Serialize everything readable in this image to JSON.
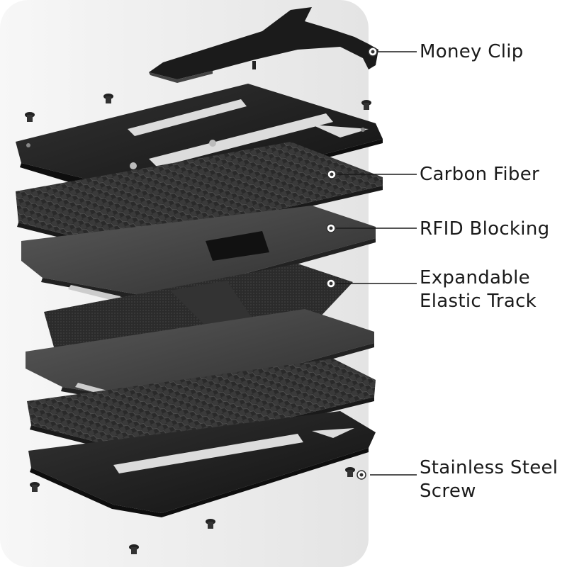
{
  "labels": {
    "money_clip": "Money Clip",
    "carbon_fiber": "Carbon Fiber",
    "rfid_blocking": "RFID Blocking",
    "elastic_track_line1": "Expandable",
    "elastic_track_line2": "Elastic Track",
    "screw_line1": "Stainless Steel",
    "screw_line2": "Screw"
  },
  "colors": {
    "panel": "#ececec",
    "metal_dark": "#1e1e1e",
    "metal_mid": "#3a3a3a",
    "carbon": "#2d2d2d",
    "aluminum": "#4a4a4a",
    "elastic": "#2a2a2a",
    "leader": "#1a1a1a"
  }
}
